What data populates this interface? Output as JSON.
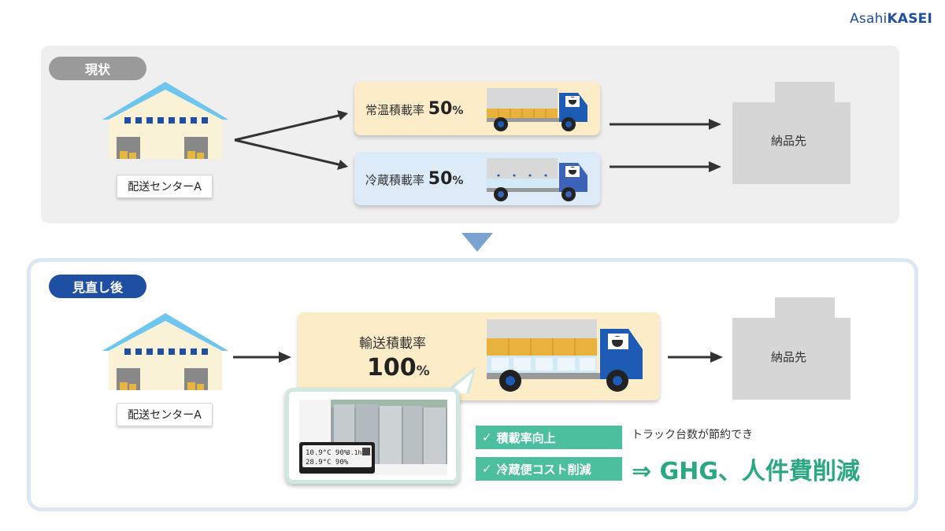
{
  "brand": {
    "logo_prefix": "Asahi",
    "logo_bold": "KASEI"
  },
  "current": {
    "badge": "現状",
    "center_label": "配送センターA",
    "routes": [
      {
        "label": "常温積載率",
        "value": "50",
        "unit": "%"
      },
      {
        "label": "冷蔵積載率",
        "value": "50",
        "unit": "%"
      }
    ],
    "destination": "納品先"
  },
  "revised": {
    "badge": "見直し後",
    "center_label": "配送センターA",
    "route": {
      "label": "輸送積載率",
      "value": "100",
      "unit": "%"
    },
    "destination": "納品先",
    "display_readout": {
      "line1": "10.9°C 90%",
      "line1b": "3.1h",
      "line2": "28.9°C 90%"
    },
    "benefits": [
      "積載率向上",
      "冷蔵便コスト削減"
    ],
    "note": "トラック台数が節約でき",
    "result": "⇒ GHG、人件費削減"
  },
  "colors": {
    "gray_badge": "#9a9a9a",
    "blue_badge": "#1f4fa3",
    "green": "#4cbf9e",
    "warm_card": "#fcecc8",
    "cool_card": "#ddeaf7",
    "truck_blue": "#1d5bb5"
  }
}
